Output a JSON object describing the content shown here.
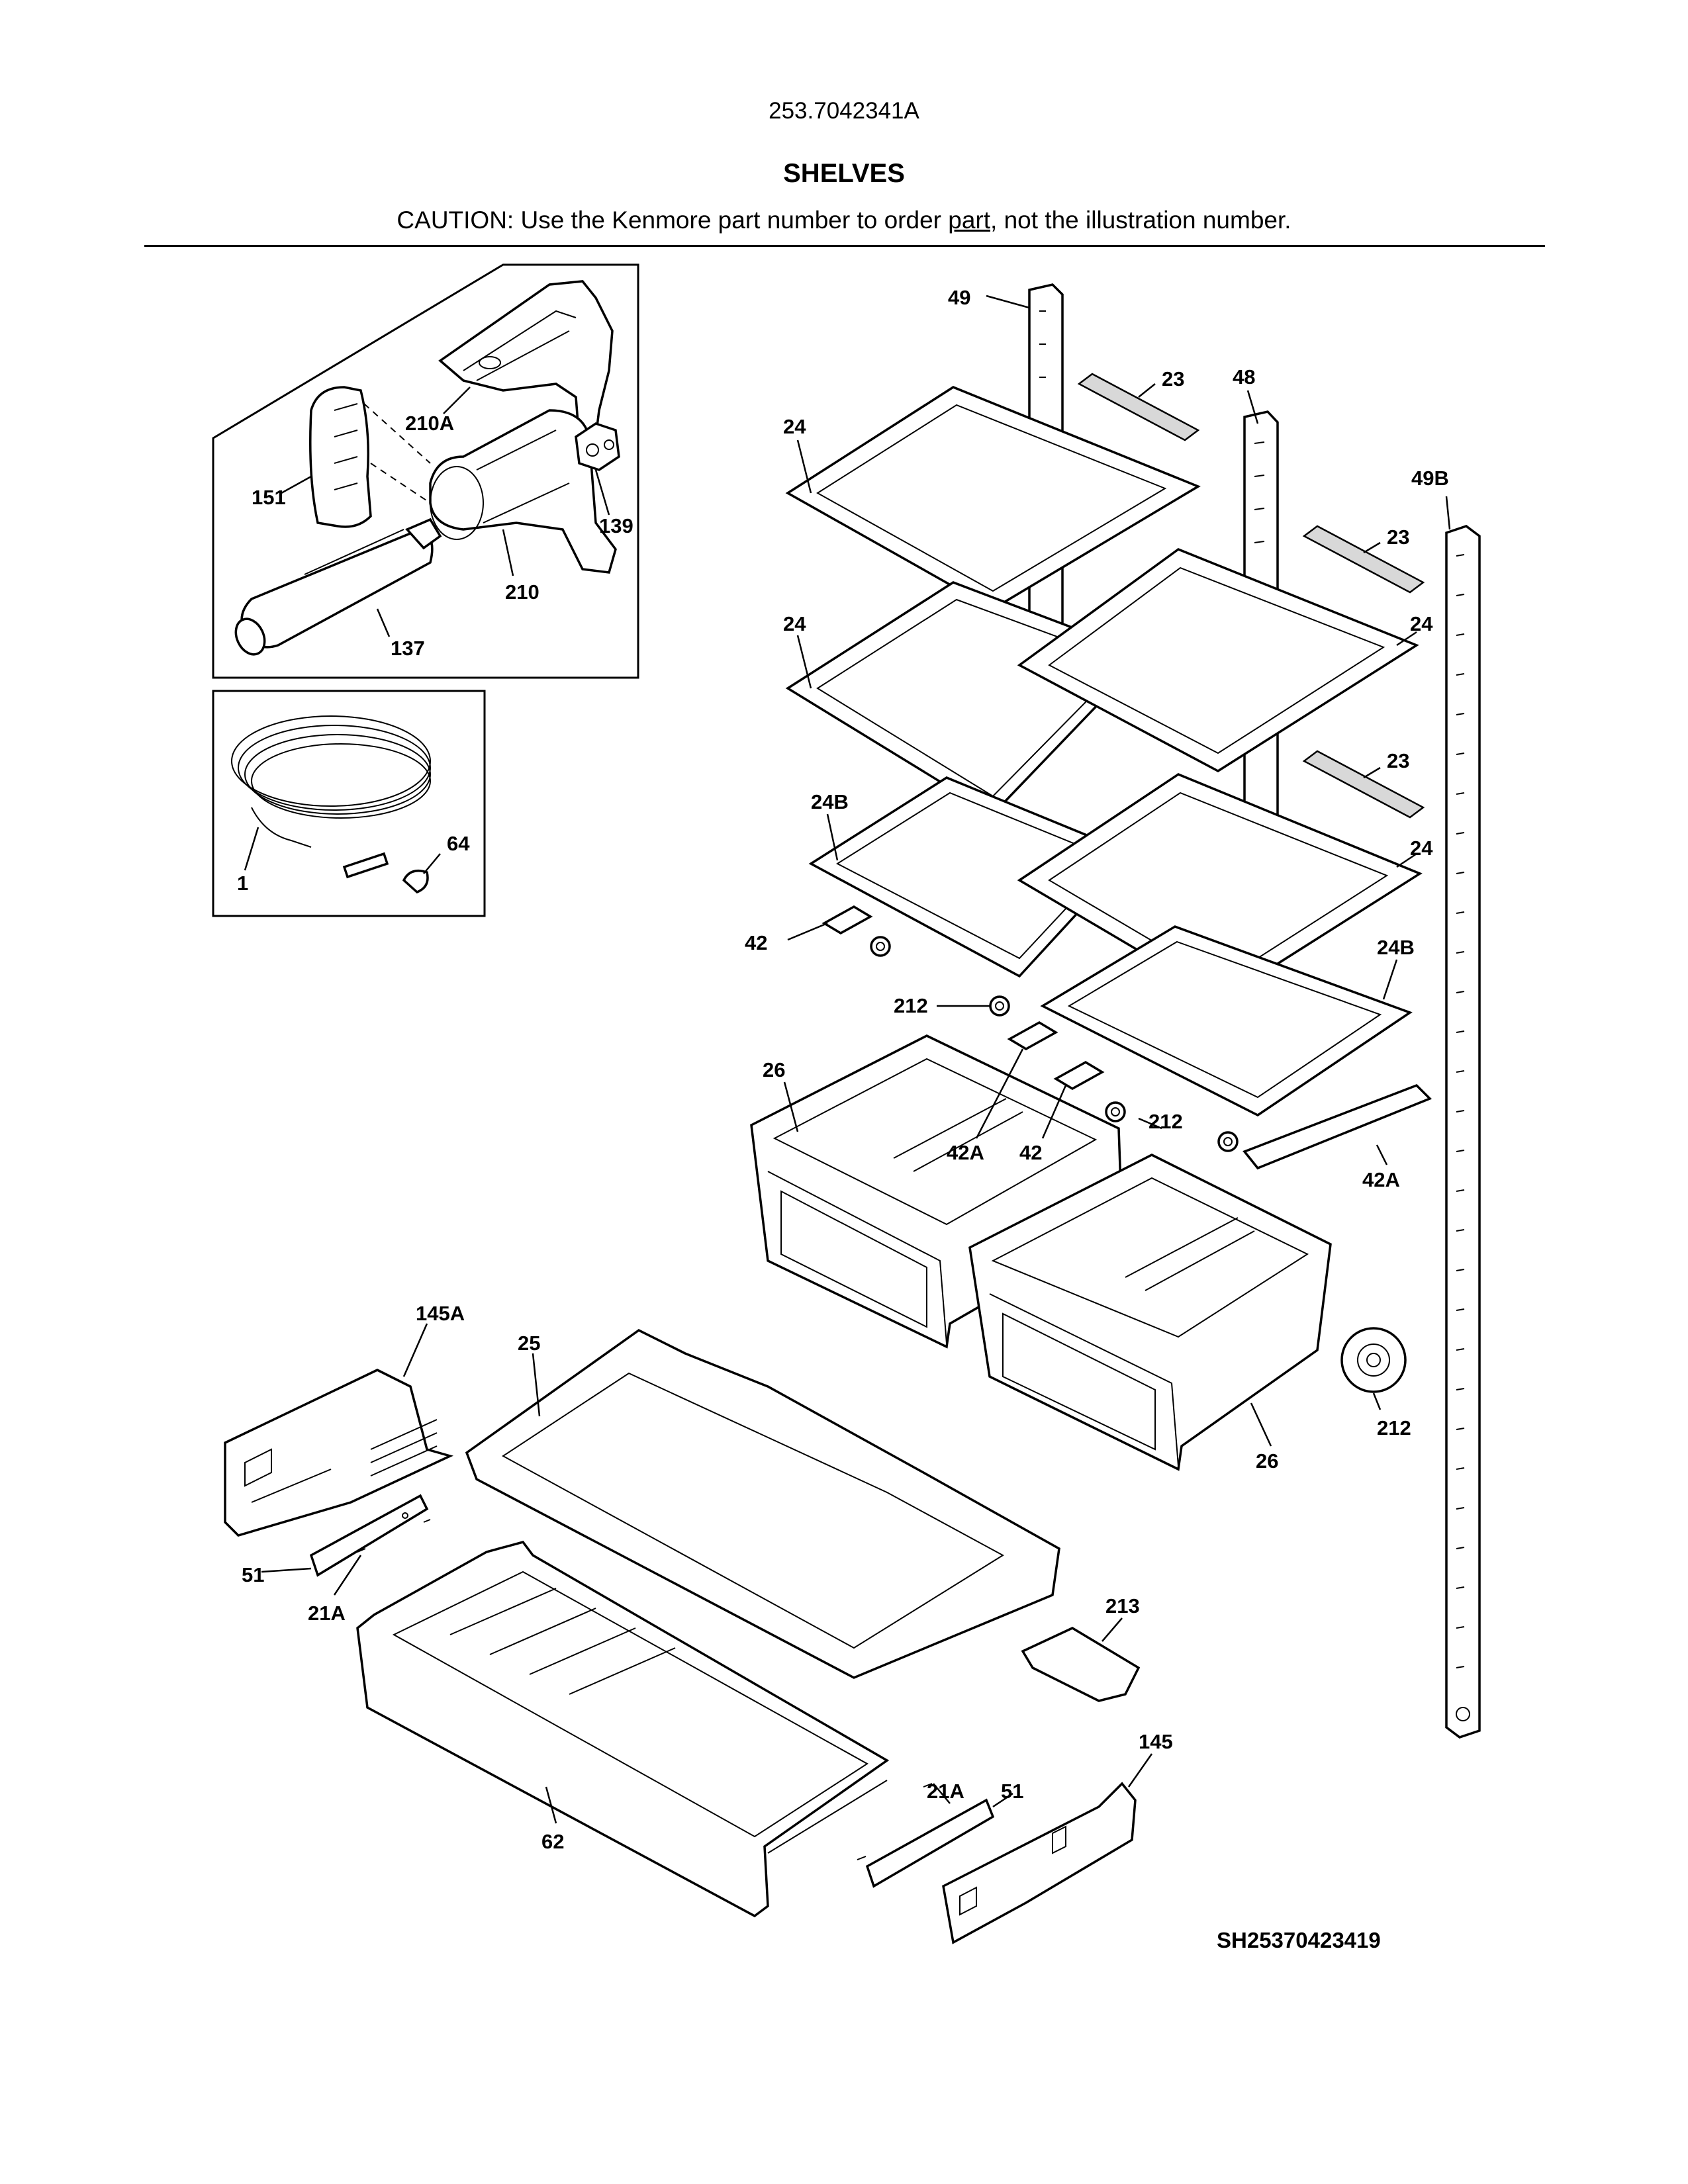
{
  "header": {
    "model_number": "253.7042341A",
    "section_title": "SHELVES",
    "caution_before": "CAUTION: Use the Kenmore part number to order ",
    "caution_underlined": "part",
    "caution_after": ", not the illustration number."
  },
  "callouts": {
    "c151": "151",
    "c210A": "210A",
    "c139": "139",
    "c210": "210",
    "c137": "137",
    "c1": "1",
    "c64": "64",
    "c49": "49",
    "c23a": "23",
    "c48": "48",
    "c24a": "24",
    "c49B": "49B",
    "c23b": "23",
    "c24b": "24",
    "c24c": "24",
    "c23c": "23",
    "c24B_a": "24B",
    "c24d": "24",
    "c42a": "42",
    "c212a": "212",
    "c24B_b": "24B",
    "c26a": "26",
    "c42A_a": "42A",
    "c42b": "42",
    "c212b": "212",
    "c42A_b": "42A",
    "c145A": "145A",
    "c25": "25",
    "c212c": "212",
    "c26b": "26",
    "c51a": "51",
    "c21A_a": "21A",
    "c213": "213",
    "c145": "145",
    "c21A_b": "21A",
    "c51b": "51",
    "c62": "62"
  },
  "diagram_code": "SH25370423419"
}
